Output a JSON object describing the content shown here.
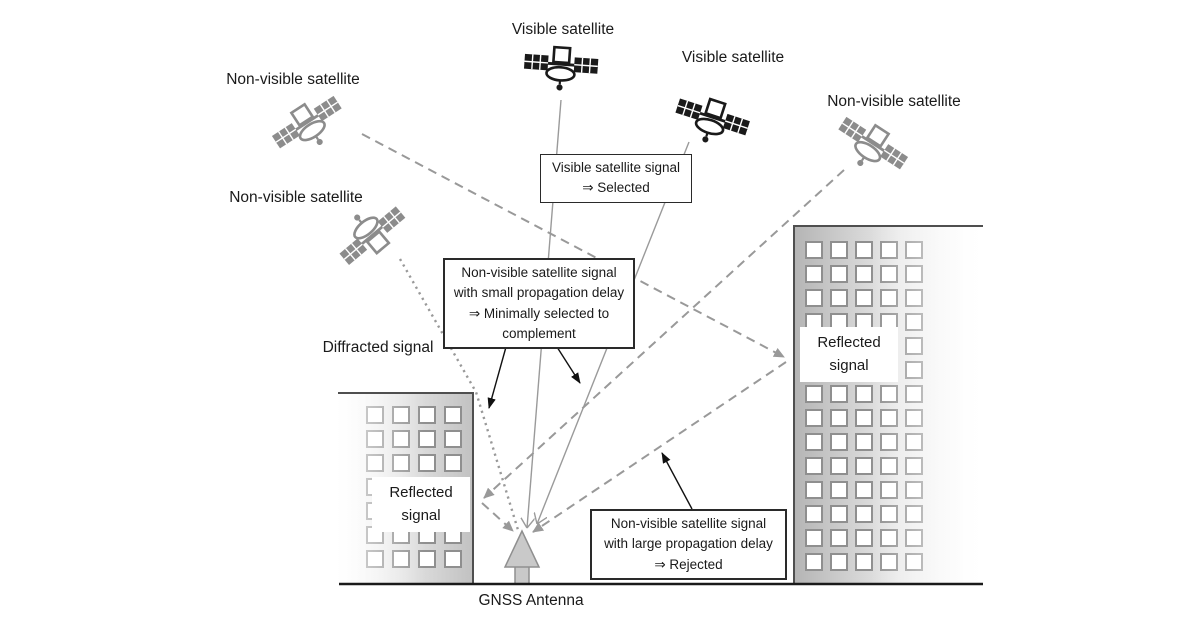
{
  "satellite_labels": {
    "vis1": "Visible satellite",
    "vis2": "Visible satellite",
    "nv_top_left": "Non-visible satellite",
    "nv_mid_left": "Non-visible satellite",
    "nv_right": "Non-visible satellite"
  },
  "signal_labels": {
    "diffracted": "Diffracted signal",
    "antenna": "GNSS Antenna",
    "reflected_left": {
      "l1": "Reflected",
      "l2": "signal"
    },
    "reflected_right": {
      "l1": "Reflected",
      "l2": "signal"
    }
  },
  "callouts": {
    "visible": {
      "l1": "Visible satellite signal",
      "l2": "⇒ Selected"
    },
    "small_delay": {
      "l1": "Non-visible satellite signal",
      "l2": "with small propagation delay",
      "l3": "⇒ Minimally selected to",
      "l4": "complement"
    },
    "large_delay": {
      "l1": "Non-visible satellite signal",
      "l2": "with large propagation delay",
      "l3": "⇒ Rejected"
    }
  },
  "colors": {
    "visible_satellite": "#1a1a1a",
    "non_visible_satellite": "#8c8c8c",
    "signal_line_gray": "#999999",
    "annotation_black": "#111111",
    "building_edge": "#4f4f4f"
  },
  "buildings": {
    "left_window_count": 28,
    "right_window_count": 70
  }
}
